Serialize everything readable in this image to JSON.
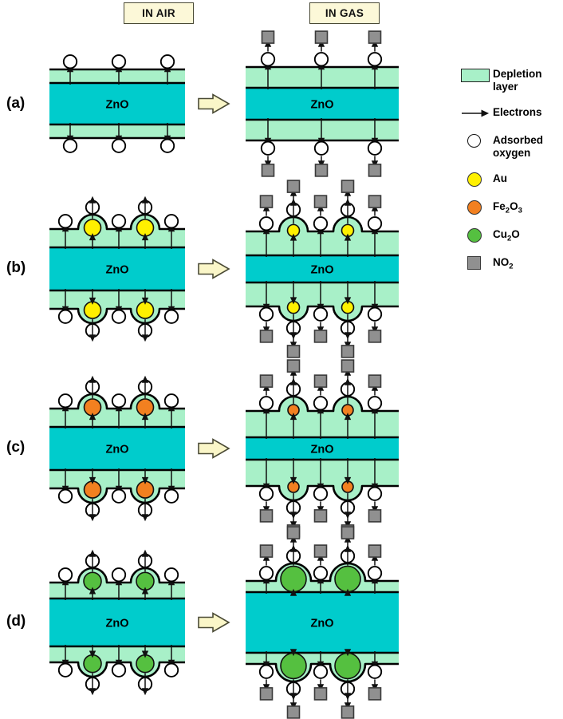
{
  "headers": {
    "air": "IN AIR",
    "gas": "IN GAS"
  },
  "panels": [
    {
      "id": "a",
      "label": "(a)",
      "material_label": "ZnO",
      "particle": null
    },
    {
      "id": "b",
      "label": "(b)",
      "material_label": "ZnO",
      "particle": "Au"
    },
    {
      "id": "c",
      "label": "(c)",
      "material_label": "ZnO",
      "particle": "Fe2O3"
    },
    {
      "id": "d",
      "label": "(d)",
      "material_label": "ZnO",
      "particle": "Cu2O"
    }
  ],
  "legend": {
    "items": [
      {
        "name": "depletion-layer",
        "label": "Depletion layer",
        "line1": "Depletion",
        "line2": "layer",
        "icon": "rect-swatch",
        "color": "#A8F0C8"
      },
      {
        "name": "electrons",
        "label": "Electrons",
        "line1": "Electrons",
        "line2": "",
        "icon": "arrow-icon",
        "color": "#000000"
      },
      {
        "name": "adsorbed-oxygen",
        "label": "Adsorbed oxygen",
        "line1": "Adsorbed",
        "line2": "oxygen",
        "icon": "open-circle-icon",
        "color": "#FFFFFF"
      },
      {
        "name": "au",
        "label": "Au",
        "line1": "Au",
        "line2": "",
        "icon": "filled-circle-icon",
        "color": "#FFF000"
      },
      {
        "name": "fe2o3",
        "label": "Fe2O3",
        "line1": "Fe",
        "line2": "",
        "icon": "filled-circle-icon",
        "color": "#F28020"
      },
      {
        "name": "cu2o",
        "label": "Cu2O",
        "line1": "Cu",
        "line2": "",
        "icon": "filled-circle-icon",
        "color": "#55C040"
      },
      {
        "name": "no2",
        "label": "NO2",
        "line1": "NO",
        "line2": "",
        "icon": "square-icon",
        "color": "#909090"
      }
    ]
  },
  "colors": {
    "depletion": "#A8F0C8",
    "core": "#00CCCC",
    "no2": "#909090",
    "oxygen": "#FFFFFF",
    "au": "#FFF000",
    "fe2o3": "#F28020",
    "cu2o": "#55C040",
    "outline": "#000000",
    "header_box": "#FCF8D8",
    "arrow_block": "#FAF6C8"
  }
}
